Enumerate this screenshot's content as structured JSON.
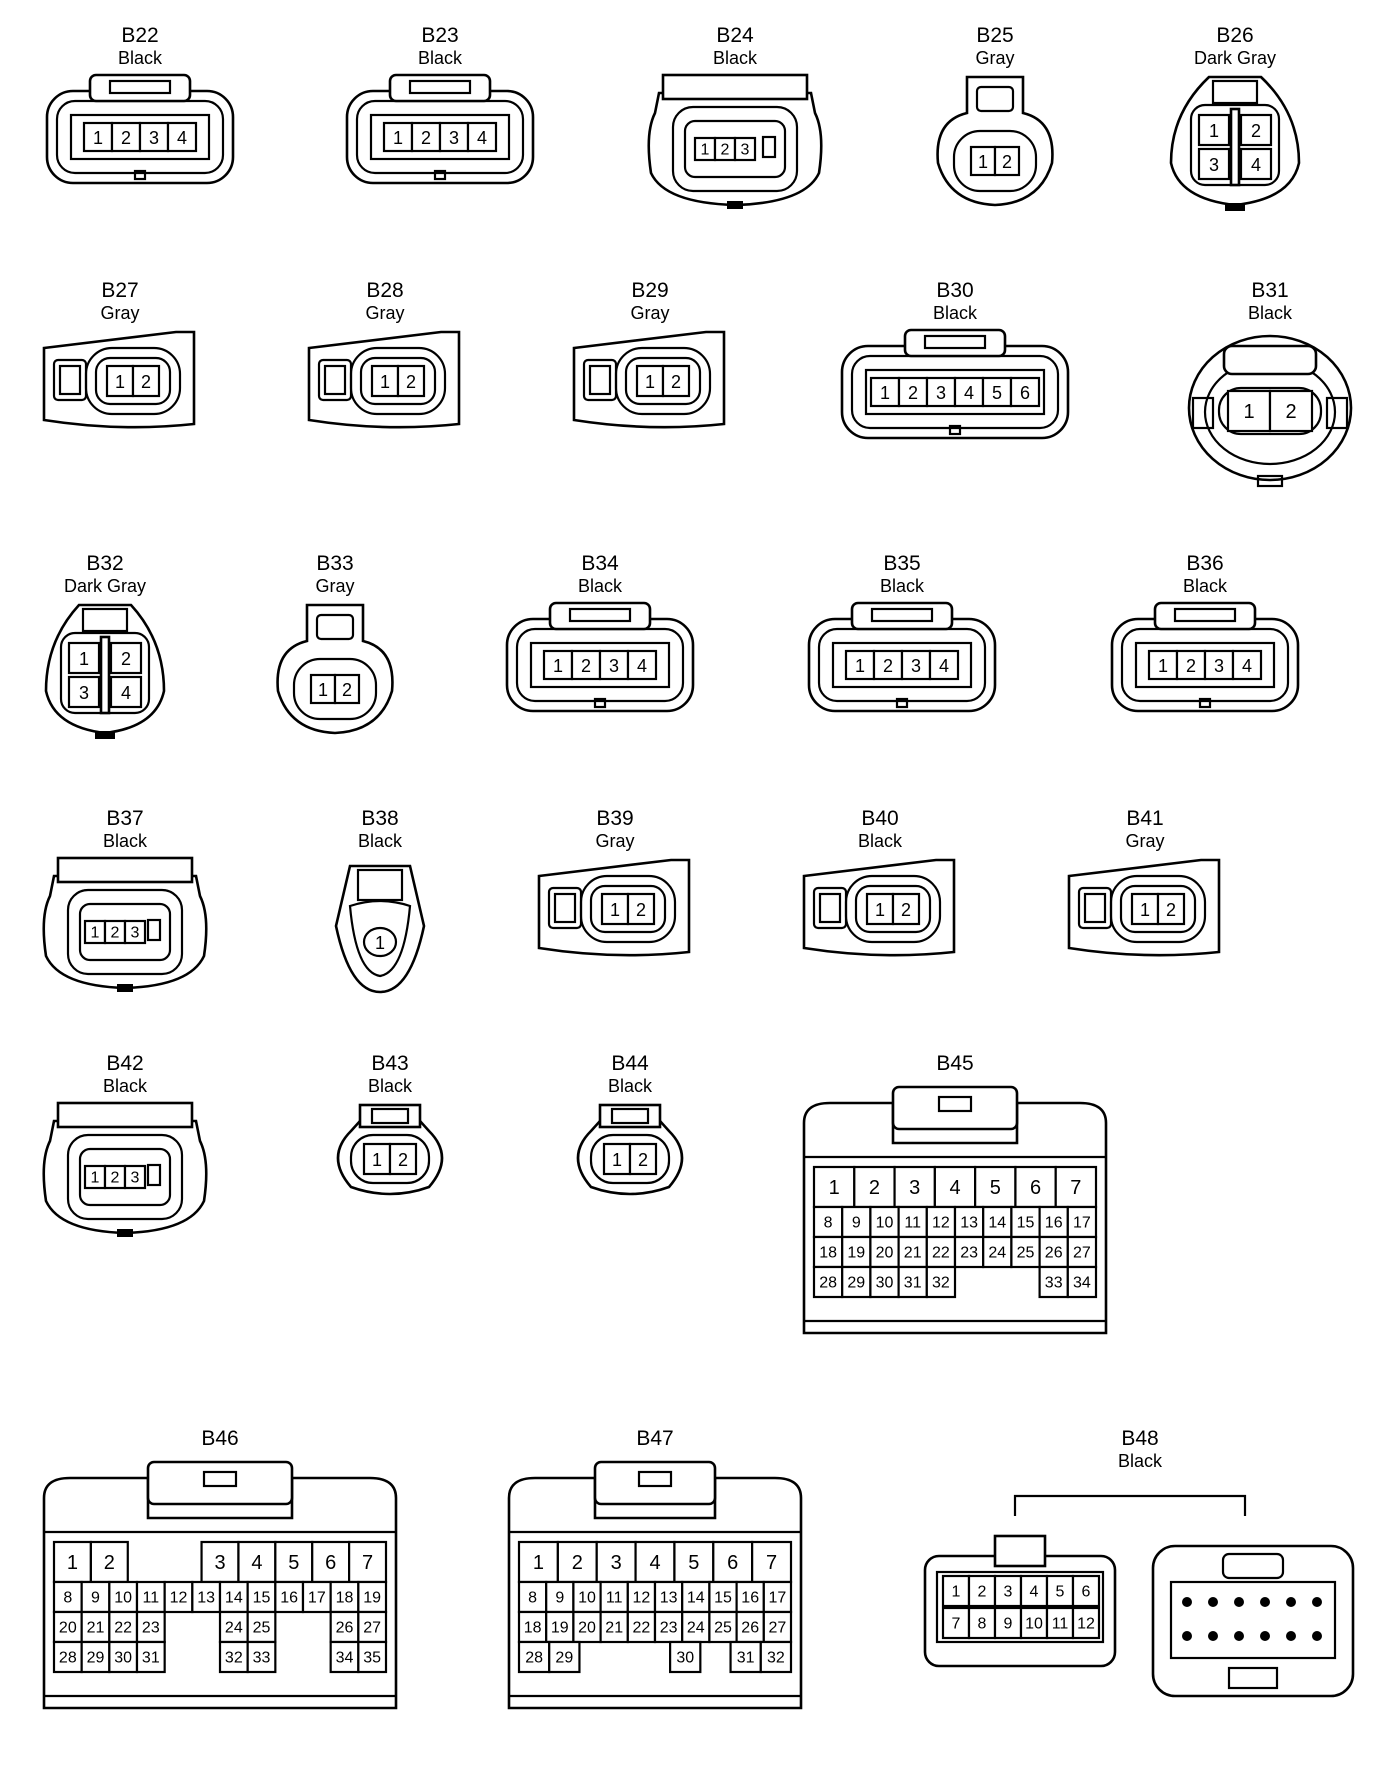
{
  "connectors": [
    {
      "id": "B22",
      "color": "Black",
      "type": "rect-tab",
      "pins": [
        "1",
        "2",
        "3",
        "4"
      ]
    },
    {
      "id": "B23",
      "color": "Black",
      "type": "rect-tab",
      "pins": [
        "1",
        "2",
        "3",
        "4"
      ]
    },
    {
      "id": "B24",
      "color": "Black",
      "type": "hood",
      "pins": [
        "1",
        "2",
        "3"
      ]
    },
    {
      "id": "B25",
      "color": "Gray",
      "type": "round-lock",
      "pins": [
        "1",
        "2"
      ]
    },
    {
      "id": "B26",
      "color": "Dark Gray",
      "type": "quad",
      "pins": [
        "1",
        "2",
        "3",
        "4"
      ]
    },
    {
      "id": "B27",
      "color": "Gray",
      "type": "side-lock",
      "pins": [
        "1",
        "2"
      ]
    },
    {
      "id": "B28",
      "color": "Gray",
      "type": "side-lock",
      "pins": [
        "1",
        "2"
      ]
    },
    {
      "id": "B29",
      "color": "Gray",
      "type": "side-lock",
      "pins": [
        "1",
        "2"
      ]
    },
    {
      "id": "B30",
      "color": "Black",
      "type": "rect-tab",
      "pins": [
        "1",
        "2",
        "3",
        "4",
        "5",
        "6"
      ]
    },
    {
      "id": "B31",
      "color": "Black",
      "type": "big-round",
      "pins": [
        "1",
        "2"
      ]
    },
    {
      "id": "B32",
      "color": "Dark Gray",
      "type": "quad",
      "pins": [
        "1",
        "2",
        "3",
        "4"
      ]
    },
    {
      "id": "B33",
      "color": "Gray",
      "type": "round-lock",
      "pins": [
        "1",
        "2"
      ]
    },
    {
      "id": "B34",
      "color": "Black",
      "type": "rect-tab",
      "pins": [
        "1",
        "2",
        "3",
        "4"
      ]
    },
    {
      "id": "B35",
      "color": "Black",
      "type": "rect-tab",
      "pins": [
        "1",
        "2",
        "3",
        "4"
      ]
    },
    {
      "id": "B36",
      "color": "Black",
      "type": "rect-tab",
      "pins": [
        "1",
        "2",
        "3",
        "4"
      ]
    },
    {
      "id": "B37",
      "color": "Black",
      "type": "hood",
      "pins": [
        "1",
        "2",
        "3"
      ]
    },
    {
      "id": "B38",
      "color": "Black",
      "type": "single",
      "pins": [
        "1"
      ]
    },
    {
      "id": "B39",
      "color": "Gray",
      "type": "side-lock",
      "pins": [
        "1",
        "2"
      ]
    },
    {
      "id": "B40",
      "color": "Black",
      "type": "side-lock",
      "pins": [
        "1",
        "2"
      ]
    },
    {
      "id": "B41",
      "color": "Gray",
      "type": "side-lock",
      "pins": [
        "1",
        "2"
      ]
    },
    {
      "id": "B42",
      "color": "Black",
      "type": "hood",
      "pins": [
        "1",
        "2",
        "3"
      ]
    },
    {
      "id": "B43",
      "color": "Black",
      "type": "small-oval",
      "pins": [
        "1",
        "2"
      ]
    },
    {
      "id": "B44",
      "color": "Black",
      "type": "small-oval",
      "pins": [
        "1",
        "2"
      ]
    },
    {
      "id": "B45",
      "color": "",
      "type": "multi",
      "rows": [
        [
          "1",
          "2",
          "3",
          "4",
          "5",
          "6",
          "7"
        ],
        [
          "8",
          "9",
          "10",
          "11",
          "12",
          "13",
          "14",
          "15",
          "16",
          "17"
        ],
        [
          "18",
          "19",
          "20",
          "21",
          "22",
          "23",
          "24",
          "25",
          "26",
          "27"
        ],
        [
          "28",
          "29",
          "30",
          "31",
          "32",
          "",
          "",
          "",
          "33",
          "34"
        ]
      ]
    },
    {
      "id": "B46",
      "color": "",
      "type": "multi",
      "rows": [
        [
          "1",
          "2",
          "",
          "",
          "3",
          "4",
          "5",
          "6",
          "7"
        ],
        [
          "8",
          "9",
          "10",
          "11",
          "12",
          "13",
          "14",
          "15",
          "16",
          "17",
          "18",
          "19"
        ],
        [
          "20",
          "21",
          "22",
          "23",
          "",
          "",
          "24",
          "25",
          "",
          "",
          "26",
          "27"
        ],
        [
          "28",
          "29",
          "30",
          "31",
          "",
          "",
          "32",
          "33",
          "",
          "",
          "34",
          "35"
        ]
      ]
    },
    {
      "id": "B47",
      "color": "",
      "type": "multi",
      "rows": [
        [
          "1",
          "2",
          "3",
          "4",
          "5",
          "6",
          "7"
        ],
        [
          "8",
          "9",
          "10",
          "11",
          "12",
          "13",
          "14",
          "15",
          "16",
          "17"
        ],
        [
          "18",
          "19",
          "20",
          "21",
          "22",
          "23",
          "24",
          "25",
          "26",
          "27"
        ],
        [
          "28",
          "29",
          "",
          "",
          "",
          "30",
          "",
          "31",
          "32"
        ]
      ]
    },
    {
      "id": "B48",
      "color": "Black",
      "type": "pair",
      "rows": [
        [
          "1",
          "2",
          "3",
          "4",
          "5",
          "6"
        ],
        [
          "7",
          "8",
          "9",
          "10",
          "11",
          "12"
        ]
      ]
    }
  ]
}
